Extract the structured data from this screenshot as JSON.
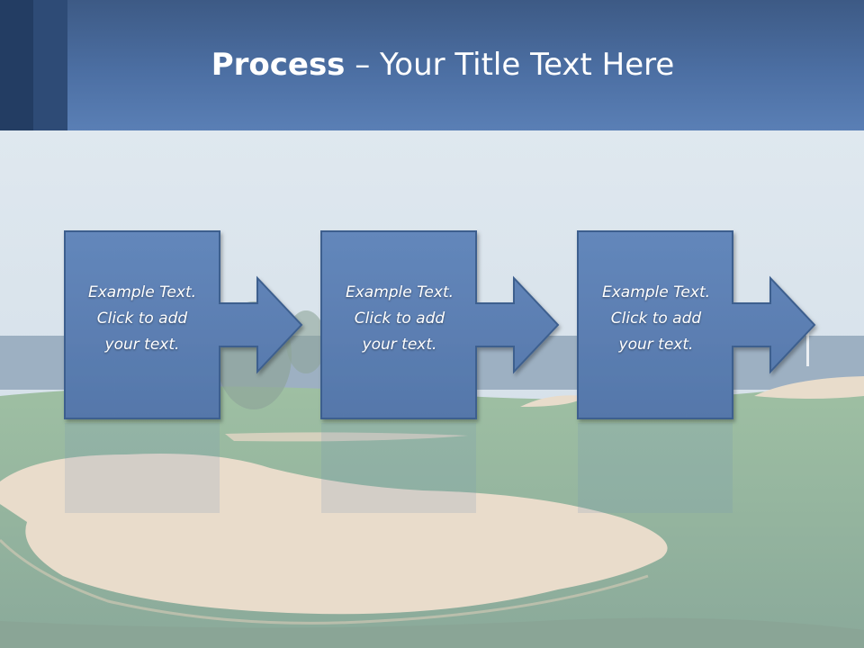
{
  "slide": {
    "title_bold": "Process",
    "title_rest": " – Your Title Text Here"
  },
  "steps": [
    {
      "line1": "Example Text.",
      "line2": "Click  to add",
      "line3": "your text."
    },
    {
      "line1": "Example Text.",
      "line2": "Click  to add",
      "line3": "your text."
    },
    {
      "line1": "Example Text.",
      "line2": "Click  to add",
      "line3": "your text."
    }
  ],
  "colors": {
    "header_top": "#3d5a85",
    "header_bottom": "#5a7fb5",
    "box_fill": "#5b7fb3",
    "box_stroke": "#3e5f8e",
    "sky": "#dce6ee",
    "sea": "#8aa1b8",
    "grass": "#94b598",
    "sand": "#e6d8c3"
  }
}
